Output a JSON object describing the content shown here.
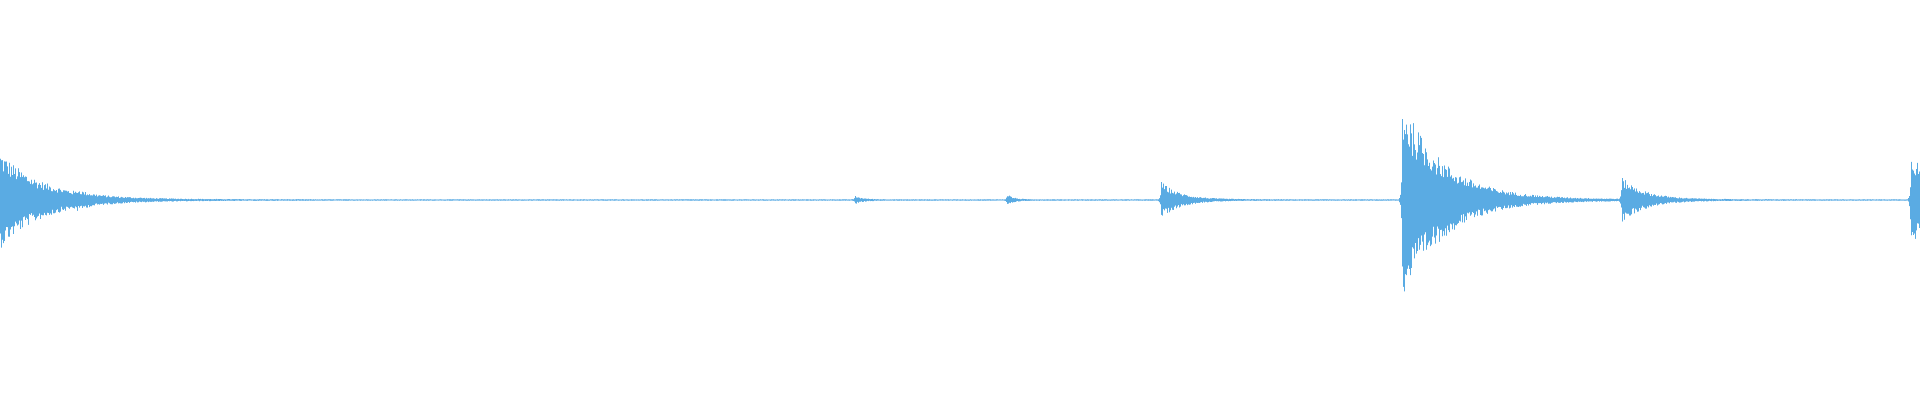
{
  "waveform": {
    "color": "#5aabe3",
    "baseline_amplitude": 0.004,
    "transients": [
      {
        "time": 0.0,
        "peak": 0.24,
        "decay": 0.022
      },
      {
        "time": 0.04,
        "peak": 0.015,
        "decay": 0.004
      },
      {
        "time": 0.4452,
        "peak": 0.018,
        "decay": 0.004
      },
      {
        "time": 0.5245,
        "peak": 0.03,
        "decay": 0.003
      },
      {
        "time": 0.6047,
        "peak": 0.09,
        "decay": 0.01
      },
      {
        "time": 0.7305,
        "peak": 0.5,
        "decay": 0.022
      },
      {
        "time": 0.8448,
        "peak": 0.11,
        "decay": 0.012
      },
      {
        "time": 0.9955,
        "peak": 0.27,
        "decay": 0.01
      }
    ]
  }
}
